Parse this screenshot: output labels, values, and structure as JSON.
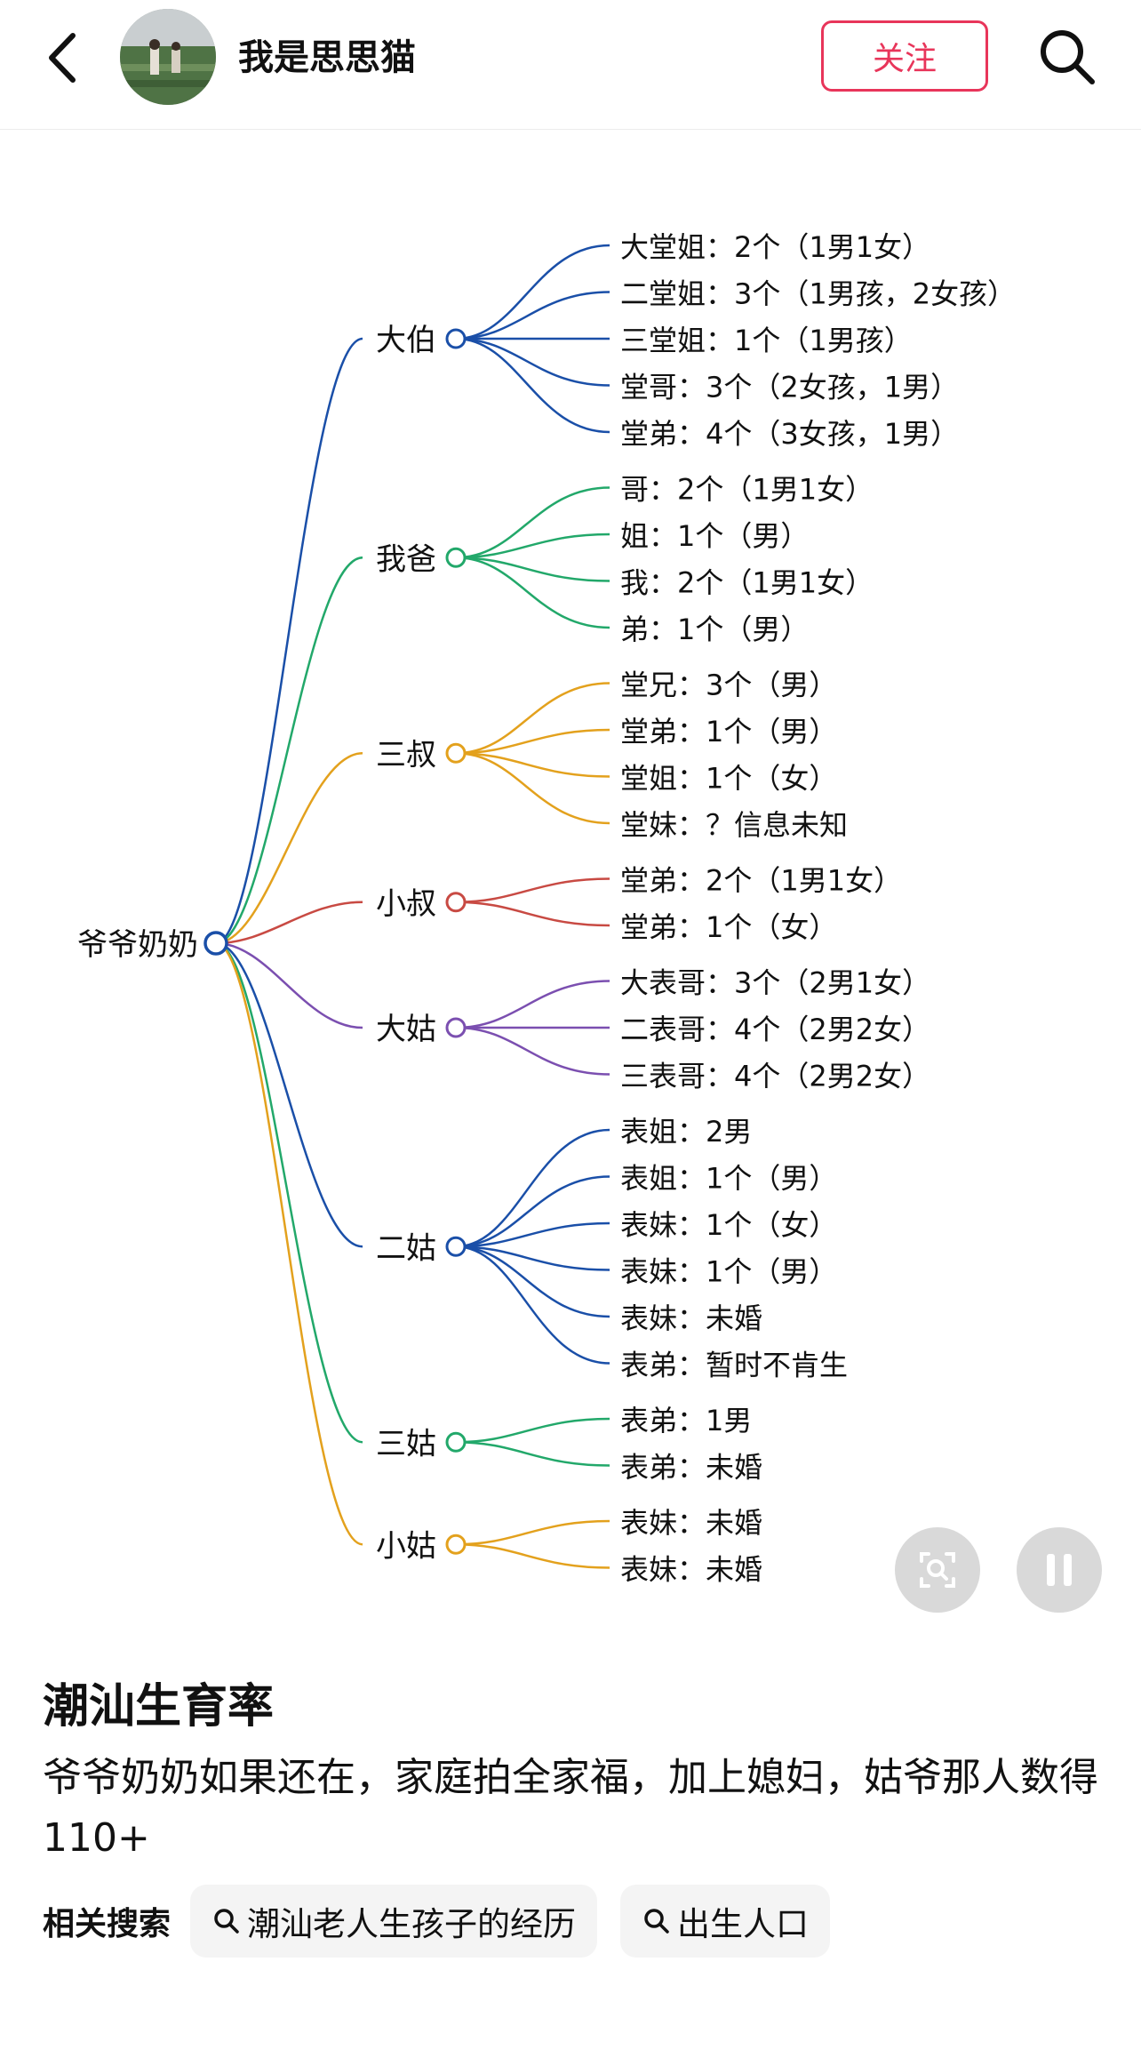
{
  "header": {
    "author_name": "我是思思猫",
    "follow_label": "关注"
  },
  "mindmap": {
    "root": "爷爷奶奶",
    "branches": [
      {
        "name": "大伯",
        "color": "#1a4fa8",
        "children": [
          "大堂姐：2个（1男1女）",
          "二堂姐：3个（1男孩，2女孩）",
          "三堂姐：1个（1男孩）",
          "堂哥：3个（2女孩，1男）",
          "堂弟：4个（3女孩，1男）"
        ]
      },
      {
        "name": "我爸",
        "color": "#22a86a",
        "children": [
          "哥：2个（1男1女）",
          "姐：1个（男）",
          "我：2个（1男1女）",
          "弟：1个（男）"
        ]
      },
      {
        "name": "三叔",
        "color": "#e3a11d",
        "children": [
          "堂兄：3个（男）",
          "堂弟：1个（男）",
          "堂姐：1个（女）",
          "堂妹：？信息未知"
        ]
      },
      {
        "name": "小叔",
        "color": "#c84a43",
        "children": [
          "堂弟：2个（1男1女）",
          "堂弟：1个（女）"
        ]
      },
      {
        "name": "大姑",
        "color": "#7b4fb0",
        "children": [
          "大表哥：3个（2男1女）",
          "二表哥：4个（2男2女）",
          "三表哥：4个（2男2女）"
        ]
      },
      {
        "name": "二姑",
        "color": "#1a4fa8",
        "children": [
          "表姐：2男",
          "表姐：1个（男）",
          "表妹：1个（女）",
          "表妹：1个（男）",
          "表妹：未婚",
          "表弟：暂时不肯生"
        ]
      },
      {
        "name": "三姑",
        "color": "#22a86a",
        "children": [
          "表弟：1男",
          "表弟：未婚"
        ]
      },
      {
        "name": "小姑",
        "color": "#e3a11d",
        "children": [
          "表妹：未婚",
          "表妹：未婚"
        ]
      }
    ]
  },
  "post": {
    "title": "潮汕生育率",
    "description": "爷爷奶奶如果还在，家庭拍全家福，加上媳妇，姑爷那人数得110+"
  },
  "related": {
    "label": "相关搜索",
    "chips": [
      "潮汕老人生孩子的经历",
      "出生人口"
    ]
  }
}
